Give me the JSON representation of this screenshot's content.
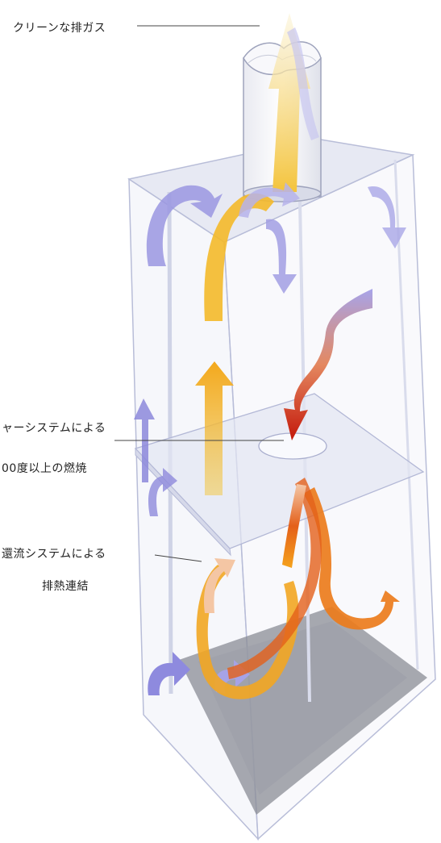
{
  "labels": {
    "clean_exhaust": "クリーンな排ガス",
    "burner_line1": "ャーシステムによる",
    "burner_line2": "00度以上の燃焼",
    "reflux_line1": "還流システムによる",
    "reflux_line2": "排熱連結"
  },
  "colors": {
    "warm_flow": "#f2c23a",
    "hot_flow": "#e0611a",
    "core_flow": "#c8200e",
    "cool_flow": "#9a96e0",
    "glass_edge": "#b8bdd8",
    "floor": "#8a8c96"
  }
}
